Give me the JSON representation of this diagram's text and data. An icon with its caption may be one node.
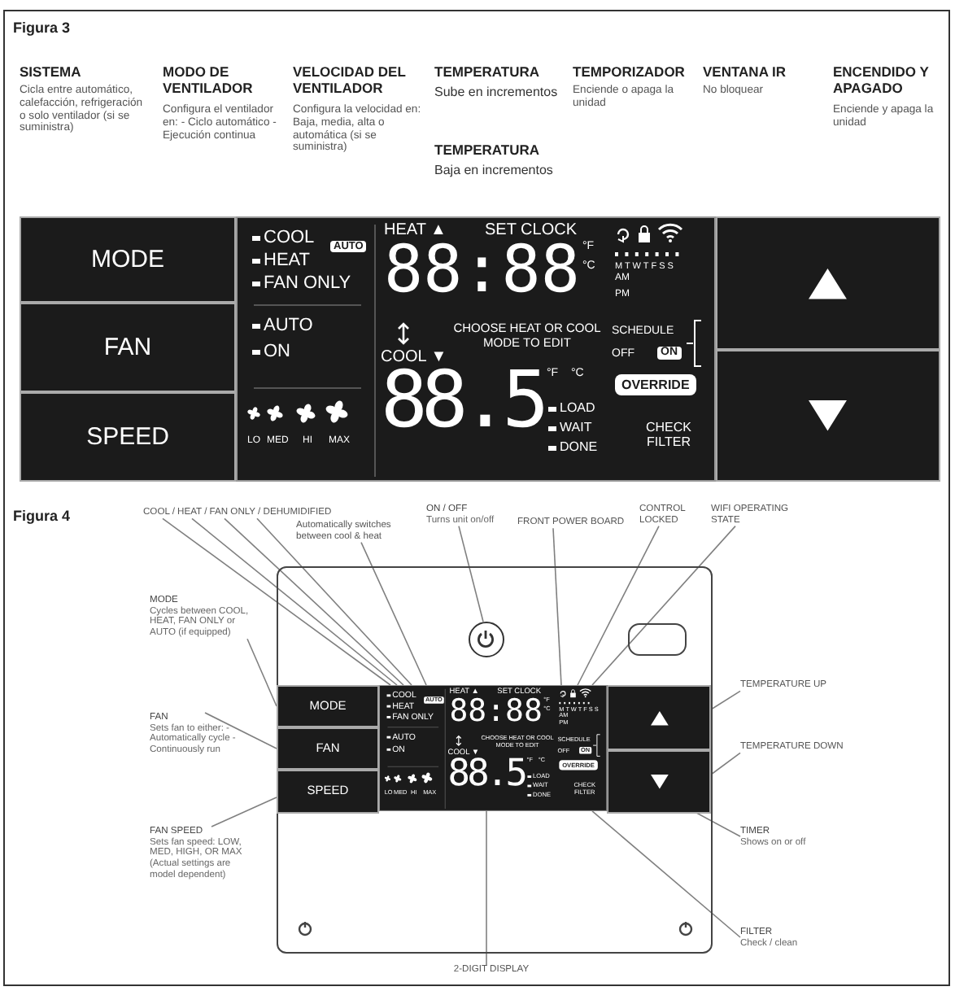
{
  "diagram": {
    "nodes": [
      {
        "text": [
          "MODE"
        ]
      },
      {
        "text": [
          "FAN"
        ]
      },
      {
        "text": [
          "SPEED"
        ]
      },
      {
        "text": [],
        "shape": "box"
      },
      {
        "text": [],
        "shape": "box"
      },
      {
        "text": [
          "MODE"
        ]
      },
      {
        "text": [
          "FAN"
        ]
      },
      {
        "text": [
          "SPEED"
        ]
      },
      {
        "text": [],
        "shape": "box"
      },
      {
        "text": [],
        "shape": "box"
      },
      {
        "text": [
          "COOL / HEAT / FAN ONLY / DEHUMIDIFIED"
        ]
      },
      {
        "text": [
          "Automatically switches between cool & heat"
        ]
      },
      {
        "text": [
          "ON / OFF",
          "Turns unit on/off"
        ]
      },
      {
        "text": [
          "FRONT POWER BOARD"
        ]
      },
      {
        "text": [
          "CONTROL LOCKED"
        ]
      },
      {
        "text": [
          "WIFI OPERATING STATE"
        ]
      },
      {
        "text": [
          "MODE",
          "Cycles between COOL, HEAT, FAN ONLY or AUTO (if equipped)"
        ]
      },
      {
        "text": [
          "FAN",
          "Sets fan to either: - Automatically cycle - Continuously run"
        ]
      },
      {
        "text": [
          "FAN SPEED",
          "Sets fan speed: LOW, MED, HIGH, OR MAX (Actual settings are model dependent)"
        ]
      },
      {
        "text": [
          "TEMPERATURE UP"
        ]
      },
      {
        "text": [
          "TEMPERATURE DOWN"
        ]
      },
      {
        "text": [
          "TIMER",
          "Shows on or off"
        ]
      },
      {
        "text": [
          "FILTER",
          "Check / clean"
        ]
      },
      {
        "text": [
          "2-DIGIT DISPLAY"
        ]
      },
      {
        "text": [],
        "shape": "circle"
      },
      {
        "text": [
          "COOL",
          "HEAT",
          "FAN ONLY",
          "AUTO",
          "AUTO",
          "ON",
          "LO",
          "MED",
          "HI",
          "MAX",
          "HEAT ▲",
          "SET CLOCK",
          "88:88",
          "°F",
          "°C",
          "M T W T F S S",
          "AM",
          "PM",
          "CHOOSE HEAT OR COOL MODE TO EDIT",
          "COOL ▼",
          "SCHEDULE",
          "OFF",
          "ON",
          "OVERRIDE",
          "88.5",
          "°F",
          "°C",
          "LOAD",
          "WAIT",
          "DONE",
          "CHECK FILTER"
        ]
      },
      {
        "text": [
          "COOL",
          "HEAT",
          "FAN ONLY",
          "AUTO",
          "AUTO",
          "ON",
          "LO",
          "MED",
          "HI",
          "MAX",
          "HEAT ▲",
          "SET CLOCK",
          "88:88",
          "°F",
          "°C",
          "M T W T F S S",
          "AM",
          "PM",
          "CHOOSE HEAT OR COOL MODE TO EDIT",
          "COOL ▼",
          "SCHEDULE",
          "OFF",
          "ON",
          "OVERRIDE",
          "88.5",
          "°F",
          "°C",
          "LOAD",
          "WAIT",
          "DONE",
          "CHECK FILTER"
        ]
      }
    ],
    "edges": [
      {
        "from": 10,
        "to": 26,
        "arrow": "none"
      },
      {
        "from": 10,
        "to": 26,
        "arrow": "none"
      },
      {
        "from": 10,
        "to": 26,
        "arrow": "none"
      },
      {
        "from": 10,
        "to": 26,
        "arrow": "none"
      },
      {
        "from": 11,
        "to": 26,
        "arrow": "none"
      },
      {
        "from": 12,
        "to": 24,
        "arrow": "none"
      },
      {
        "from": 13,
        "to": 26,
        "arrow": "none"
      },
      {
        "from": 14,
        "to": 26,
        "arrow": "none"
      },
      {
        "from": 15,
        "to": 26,
        "arrow": "none"
      },
      {
        "from": 16,
        "to": 5,
        "arrow": "none"
      },
      {
        "from": 17,
        "to": 6,
        "arrow": "none"
      },
      {
        "from": 18,
        "to": 7,
        "arrow": "none"
      },
      {
        "from": 19,
        "to": 8,
        "arrow": "none"
      },
      {
        "from": 20,
        "to": 9,
        "arrow": "none"
      },
      {
        "from": 21,
        "to": 26,
        "arrow": "none"
      },
      {
        "from": 22,
        "to": 26,
        "arrow": "none"
      },
      {
        "from": 23,
        "to": 26,
        "arrow": "none"
      }
    ],
    "labels": [
      "Figura 3",
      "SISTEMA",
      "Cicla entre automático, calefacción, refrigeración o solo ventilador (si se suministra)",
      "MODO DE VENTILADOR",
      "Configura el ventilador en: - Ciclo automático - Ejecución continua",
      "VELOCIDAD DEL VENTILADOR",
      "Configura la velocidad en: Baja, media, alta o automática (si se suministra)",
      "TEMPERATURA",
      "Sube en incrementos",
      "TEMPERATURA",
      "Baja en incrementos",
      "TEMPORIZADOR",
      "Enciende o apaga la unidad",
      "VENTANA IR",
      "No bloquear",
      "ENCENDIDO Y APAGADO",
      "Enciende y apaga la unidad",
      "Figura 4"
    ]
  }
}
